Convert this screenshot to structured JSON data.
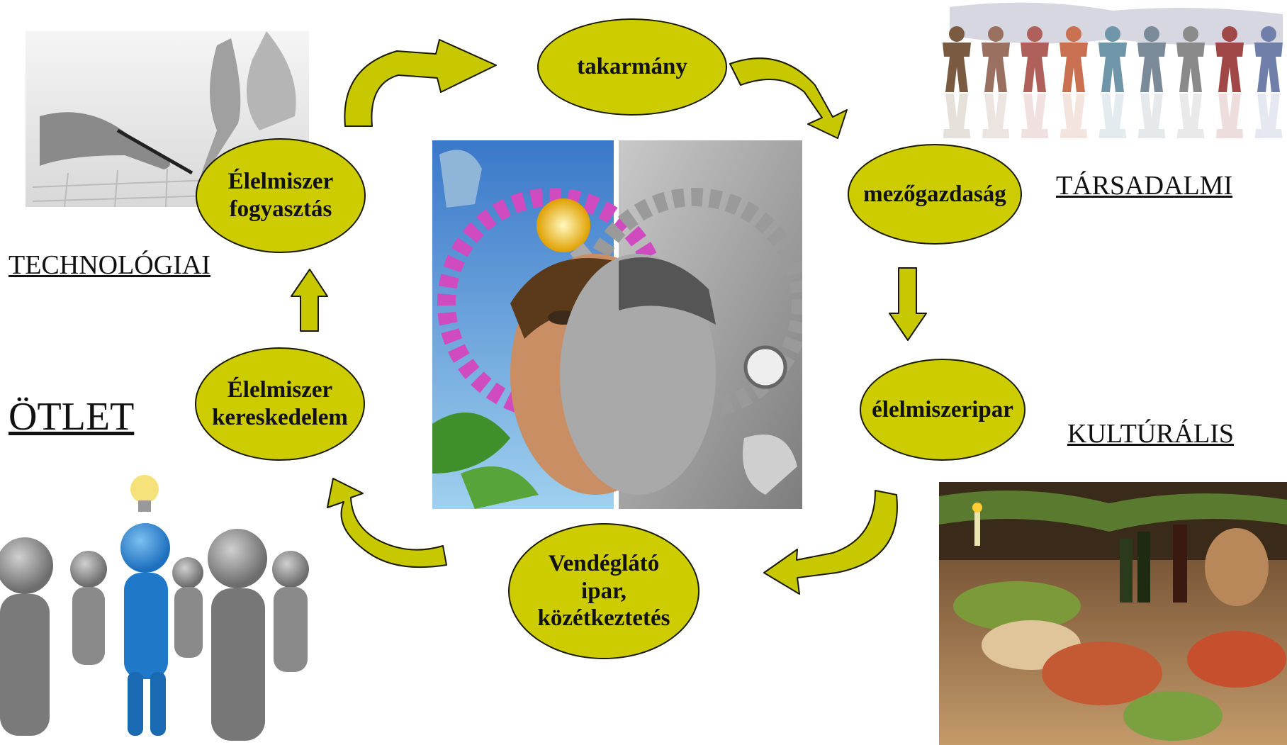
{
  "nodes": {
    "takarmany": "takarmány",
    "mezogazdasag": "mezőgazdaság",
    "elelmiszeripar": "élelmiszeripar",
    "vendeglato_1": "Vendéglátó",
    "vendeglato_2": "ipar,",
    "vendeglato_3": "közétkeztetés",
    "kereskedelem_1": "Élelmiszer",
    "kereskedelem_2": "kereskedelem",
    "fogyasztas_1": "Élelmiszer",
    "fogyasztas_2": "fogyasztás"
  },
  "labels": {
    "technologiai": "TECHNOLÓGIAI",
    "tarsadalmi": "TÁRSADALMI",
    "kulturalis": "KULTÚRÁLIS",
    "otlet": "ÖTLET"
  },
  "colors": {
    "node_fill": "#cccc00",
    "arrow_fill": "#c8c800",
    "outline": "#1a1a00"
  },
  "icons": {
    "top_left": "hands-drawing-icon",
    "top_right": "paper-people-chain-icon",
    "bottom_left": "people-idea-lightbulb-icon",
    "bottom_right": "food-table-icon",
    "center": "face-gears-collage-icon"
  }
}
